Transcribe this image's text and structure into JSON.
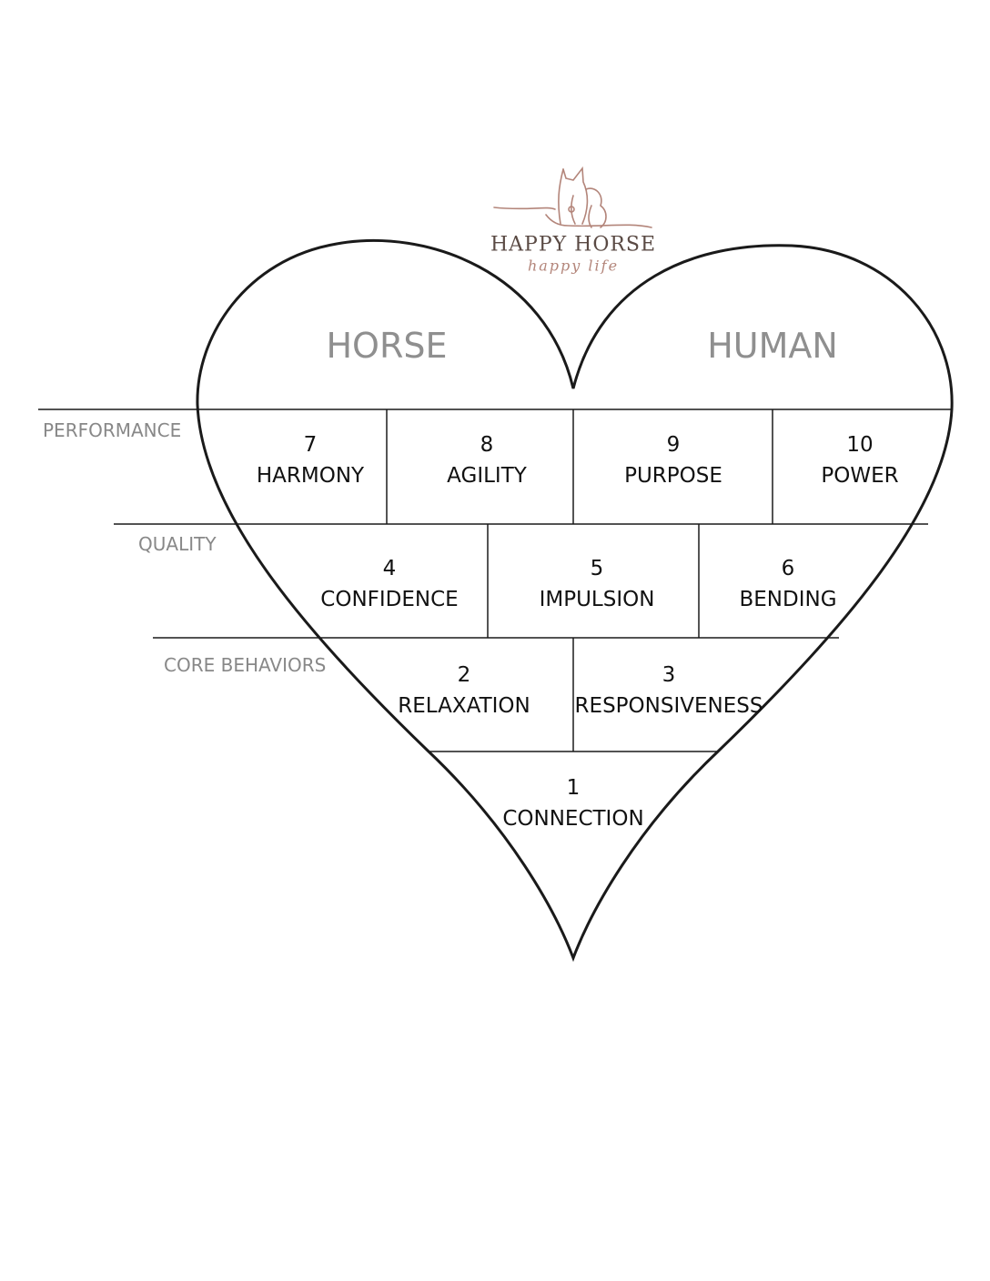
{
  "logo": {
    "brand": "HAPPY HORSE",
    "tagline": "happy life",
    "icon": "horse-and-person-line-art",
    "color": "#b3857a"
  },
  "headers": {
    "horse": "HORSE",
    "human": "HUMAN"
  },
  "side_labels": {
    "performance": "PERFORMANCE",
    "quality": "QUALITY",
    "core": "CORE BEHAVIORS"
  },
  "cells": {
    "c7": {
      "number": "7",
      "label": "HARMONY"
    },
    "c8": {
      "number": "8",
      "label": "AGILITY"
    },
    "c9": {
      "number": "9",
      "label": "PURPOSE"
    },
    "c10": {
      "number": "10",
      "label": "POWER"
    },
    "c4": {
      "number": "4",
      "label": "CONFIDENCE"
    },
    "c5": {
      "number": "5",
      "label": "IMPULSION"
    },
    "c6": {
      "number": "6",
      "label": "BENDING"
    },
    "c2": {
      "number": "2",
      "label": "RELAXATION"
    },
    "c3": {
      "number": "3",
      "label": "RESPONSIVENESS"
    },
    "c1": {
      "number": "1",
      "label": "CONNECTION"
    }
  },
  "colors": {
    "outline": "#1a1a1a",
    "side_label": "#888888",
    "header": "#8f8f8f"
  }
}
